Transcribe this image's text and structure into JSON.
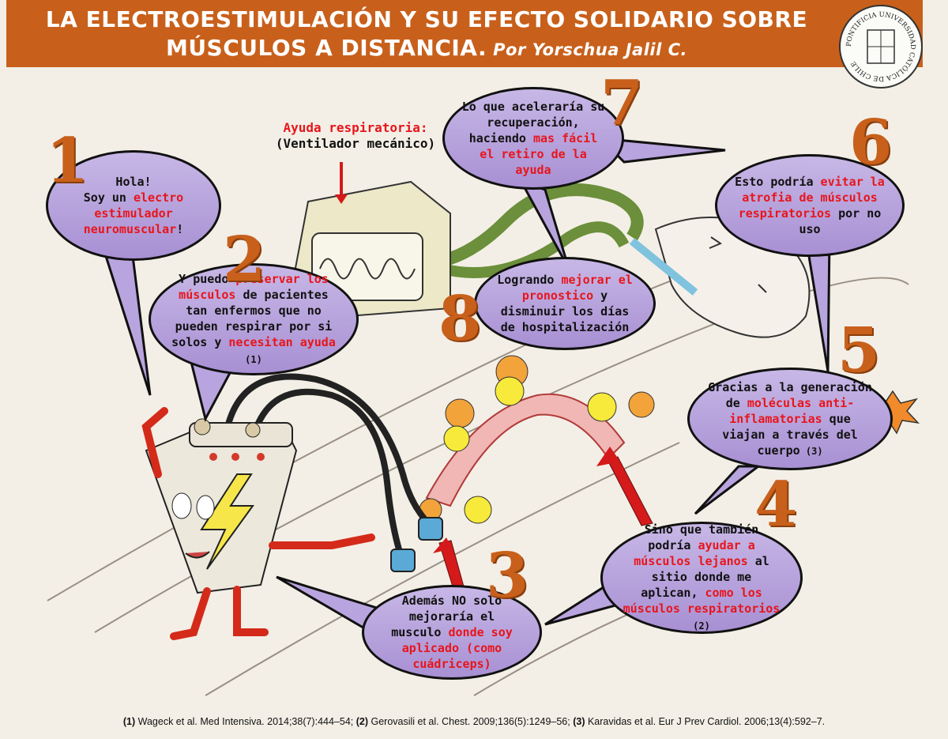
{
  "title": {
    "line1": "LA ELECTROESTIMULACIÓN Y SU EFECTO SOLIDARIO SOBRE",
    "line2": "MÚSCULOS A DISTANCIA.",
    "author": "Por Yorschua Jalil C."
  },
  "seal": {
    "text": "PONTIFICIA UNIVERSIDAD CATÓLICA DE CHILE"
  },
  "ventilator_label": {
    "red": "Ayuda respiratoria:",
    "black": "(Ventilador mecánico)"
  },
  "numbers": [
    "1",
    "2",
    "3",
    "4",
    "5",
    "6",
    "7",
    "8"
  ],
  "bubble1": {
    "t1": "Hola!",
    "t2": "Soy un ",
    "r1": "electro estimulador neuromuscular",
    "t3": "!"
  },
  "bubble2": {
    "t1": "Y puedo ",
    "r1": "preservar los músculos",
    "t2": " de pacientes tan enfermos que no pueden respirar por si solos y ",
    "r2": "necesitan ayuda",
    "ref": " (1)"
  },
  "bubble3": {
    "t1": "Además NO solo mejoraría el musculo ",
    "r1": "donde soy aplicado (como cuádriceps)"
  },
  "bubble4": {
    "t1": "Sino que también podría ",
    "r1": "ayudar a músculos lejanos",
    "t2": " al sitio donde me aplican, ",
    "r2": "como los músculos respiratorios",
    "ref": " (2)"
  },
  "bubble5": {
    "t1": "Gracias a la generación de ",
    "r1": "moléculas anti-inflamatorias",
    "t2": " que viajan a través del cuerpo",
    "ref": " (3)"
  },
  "bubble6": {
    "t1": "Esto podría ",
    "r1": "evitar la atrofia de músculos respiratorios",
    "t2": " por no uso"
  },
  "bubble7": {
    "t1": "Lo que aceleraría su recuperación, haciendo ",
    "r1": "mas fácil el retiro de la ayuda"
  },
  "bubble8": {
    "t1": "Logrando ",
    "r1": "mejorar el pronostico",
    "t2": " y disminuir los días de hospitalización"
  },
  "footer": {
    "ref1_num": "(1)",
    "ref1": " Wageck et al. Med Intensiva. 2014;38(7):444–54; ",
    "ref2_num": "(2)",
    "ref2": " Gerovasili et al. Chest. 2009;136(5):1249–56; ",
    "ref3_num": "(3)",
    "ref3": " Karavidas et al. Eur J Prev Cardiol. 2006;13(4):592–7."
  },
  "colors": {
    "banner": "#c8601b",
    "bubble": "#b8a4de",
    "accent_red": "#e8151b",
    "number": "#c8601b"
  }
}
